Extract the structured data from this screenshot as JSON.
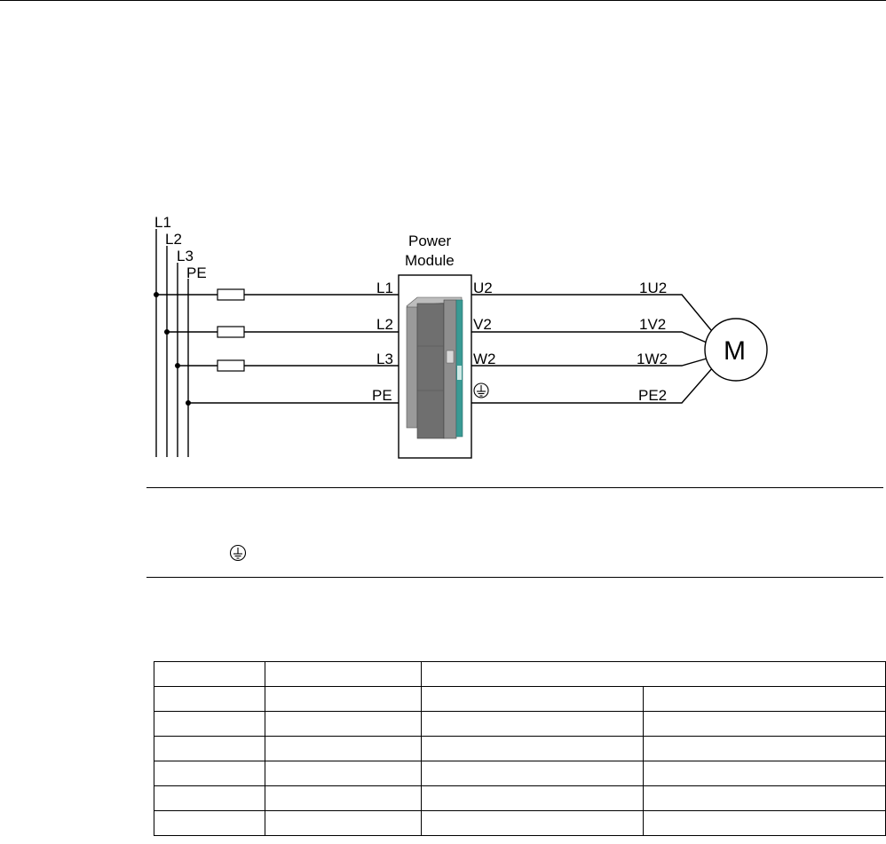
{
  "diagram": {
    "supply_labels": {
      "l1": "L1",
      "l2": "L2",
      "l3": "L3",
      "pe": "PE"
    },
    "module_title_line1": "Power",
    "module_title_line2": "Module",
    "input_terminals": {
      "l1": "L1",
      "l2": "L2",
      "l3": "L3",
      "pe": "PE"
    },
    "output_terminals": {
      "u2": "U2",
      "v2": "V2",
      "w2": "W2"
    },
    "motor_terminals": {
      "u": "1U2",
      "v": "1V2",
      "w": "1W2",
      "pe": "PE2"
    },
    "motor_label": "M",
    "icons": {
      "ground": "ground-symbol-icon",
      "fuse": "fuse-icon",
      "drive": "power-module-device-icon"
    },
    "colors": {
      "line": "#000000",
      "module_accent": "#3a9a94",
      "module_body": "#8a8a8a"
    }
  },
  "note": {
    "icon": "ground-symbol-icon"
  },
  "table": {
    "header_row_cells": 3,
    "body_rows": 6,
    "columns": 4
  }
}
